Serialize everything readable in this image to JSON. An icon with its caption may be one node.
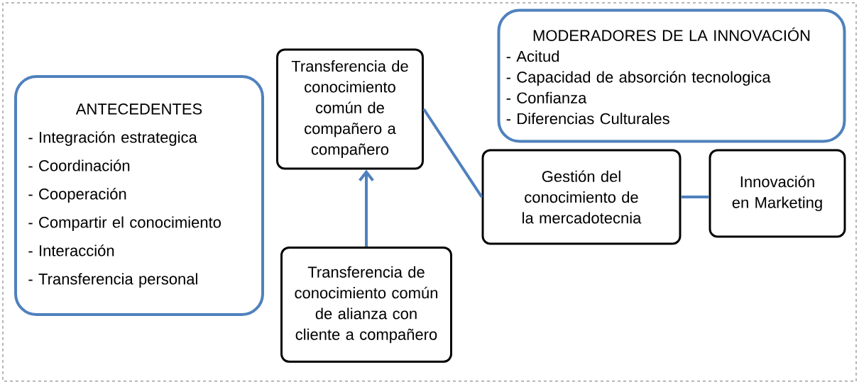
{
  "diagram": {
    "nodes": [
      {
        "text": [
          "ANTECEDENTES",
          "- Integración estrategica",
          "- Coordinación",
          "- Cooperación",
          "- Compartir el conocimiento",
          "- Interacción",
          "- Transferencia personal"
        ]
      },
      {
        "text": [
          "Transferencia de conocimiento común de compañero a compañero"
        ]
      },
      {
        "text": [
          "MODERADORES DE LA INNOVACIÓN",
          "- Acitud",
          "- Capacidad de absorción tecnologica",
          "- Confianza",
          "- Diferencias Culturales"
        ]
      },
      {
        "text": [
          "Gestión del conocimiento de la mercadotecnia"
        ]
      },
      {
        "text": [
          "Innovación en Marketing"
        ]
      },
      {
        "text": [
          "Transferencia de conocimiento común de alianza con cliente a compañero"
        ]
      }
    ],
    "edges": [
      {
        "from": 5,
        "to": 1,
        "arrow": "to"
      },
      {
        "from": 1,
        "to": 3,
        "arrow": "none"
      },
      {
        "from": 3,
        "to": 4,
        "arrow": "none"
      }
    ]
  }
}
